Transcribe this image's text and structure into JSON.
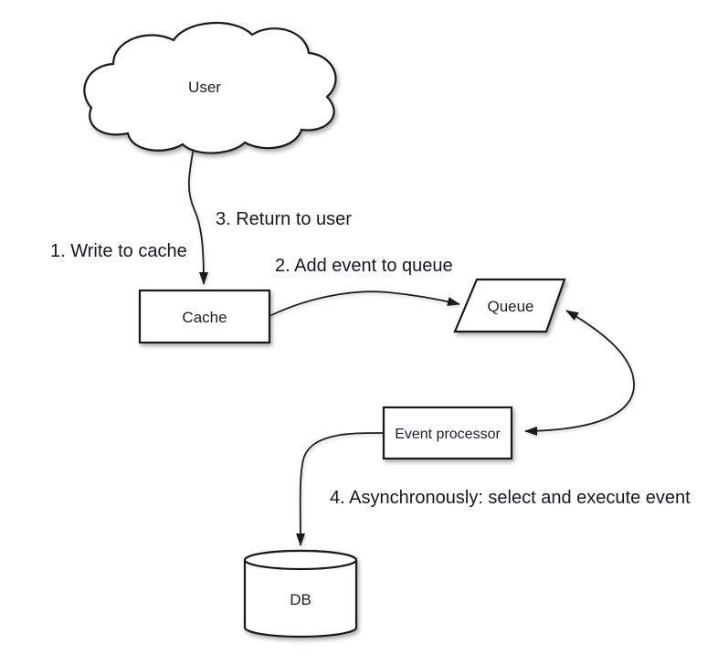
{
  "diagram": {
    "background": "#ffffff",
    "nodes": {
      "user": {
        "label": "User",
        "shape": "cloud"
      },
      "cache": {
        "label": "Cache",
        "shape": "rectangle"
      },
      "queue": {
        "label": "Queue",
        "shape": "parallelogram"
      },
      "event_processor": {
        "label": "Event processor",
        "shape": "rectangle"
      },
      "db": {
        "label": "DB",
        "shape": "cylinder"
      }
    },
    "edge_labels": {
      "step1": "1. Write to cache",
      "step2": "2. Add event to queue",
      "step3": "3. Return to user",
      "step4": "4. Asynchronously: select and execute event"
    },
    "edges": [
      {
        "from": "user",
        "to": "cache",
        "labels": [
          "step1",
          "step3"
        ],
        "bidirectional": false
      },
      {
        "from": "cache",
        "to": "queue",
        "labels": [
          "step2"
        ],
        "bidirectional": false
      },
      {
        "from": "queue",
        "to": "event_processor",
        "labels": [],
        "bidirectional": true
      },
      {
        "from": "event_processor",
        "to": "db",
        "labels": [
          "step4"
        ],
        "bidirectional": false
      }
    ],
    "colors": {
      "stroke": "#1a1a1a",
      "fill": "#ffffff",
      "text": "#1d1d26"
    }
  }
}
